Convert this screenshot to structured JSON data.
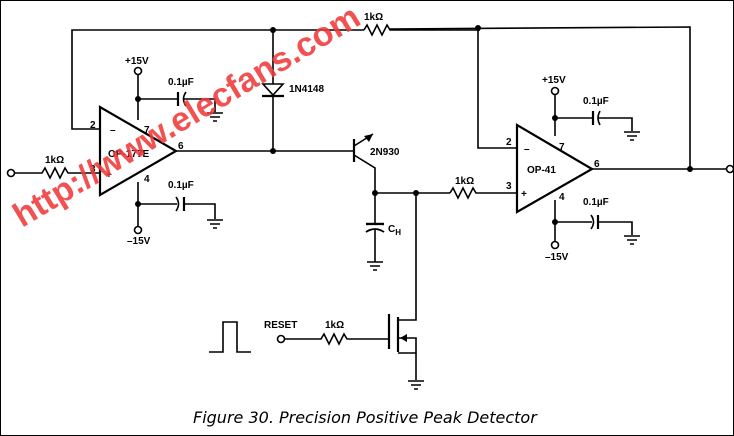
{
  "figure": {
    "caption": "Figure 30.  Precision Positive Peak Detector",
    "watermark": "http://www.elecfans.com"
  },
  "components": {
    "opamp1": {
      "name": "OP-177E",
      "pin_inv": "2",
      "pin_noninv": "3",
      "pin_out": "6",
      "pin_vplus": "7",
      "pin_vminus": "4",
      "minus_sign": "–",
      "plus_sign": "+"
    },
    "opamp2": {
      "name": "OP-41",
      "pin_inv": "2",
      "pin_noninv": "3",
      "pin_out": "6",
      "pin_vplus": "7",
      "pin_vminus": "4",
      "minus_sign": "–",
      "plus_sign": "+"
    },
    "r_in": "1kΩ",
    "r_feedback": "1kΩ",
    "r_buffer": "1kΩ",
    "r_reset": "1kΩ",
    "diode": "1N4148",
    "transistor": "2N930",
    "hold_cap": "C",
    "hold_cap_sub": "H",
    "decouple_caps": [
      "0.1µF",
      "0.1µF",
      "0.1µF",
      "0.1µF"
    ],
    "supply_pos": "+15V",
    "supply_neg": "–15V",
    "reset_label": "RESET"
  }
}
